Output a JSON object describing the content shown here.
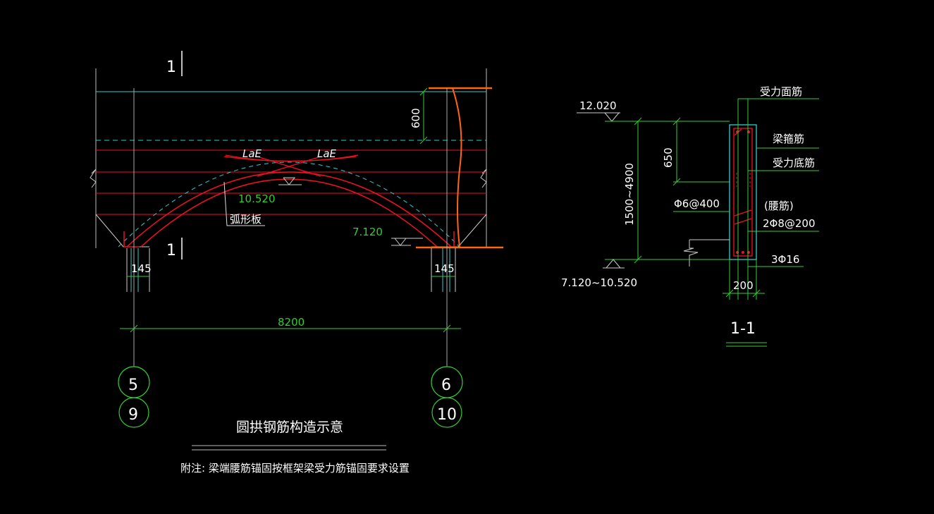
{
  "colors": {
    "background": "#000000",
    "cyan": "#33cccc",
    "red": "#ee1122",
    "orange": "#ff6611",
    "green": "#33cc33",
    "white": "#ffffff",
    "dim": "#9a9a9a"
  },
  "elevation": {
    "section_mark_top": "1",
    "section_mark_bottom": "1",
    "dim_600": "600",
    "lae_left": "LaE",
    "lae_right": "LaE",
    "level_arch_top": "10.520",
    "arch_plate_label": "弧形板",
    "level_support": "7.120",
    "dim_145_left": "145",
    "dim_145_right": "145",
    "span": "8200",
    "axis_left_top": "5",
    "axis_left_bottom": "9",
    "axis_right_top": "6",
    "axis_right_bottom": "10"
  },
  "section": {
    "level_top": "12.020",
    "level_bottom": "7.120~10.520",
    "height_range": "1500~4900",
    "dim_650": "650",
    "stirrup_spec": "Φ6@400",
    "top_bar_label": "受力面筋",
    "stirrup_label": "梁箍筋",
    "bottom_bar_label": "受力底筋",
    "waist_bar_label": "(腰筋)",
    "waist_bar_spec": "2Φ8@200",
    "bottom_bar_spec": "3Φ16",
    "width": "200",
    "section_name": "1-1"
  },
  "title": "圆拱钢筋构造示意",
  "note": "附注: 梁端腰筋锚固按框架梁受力筋锚固要求设置"
}
